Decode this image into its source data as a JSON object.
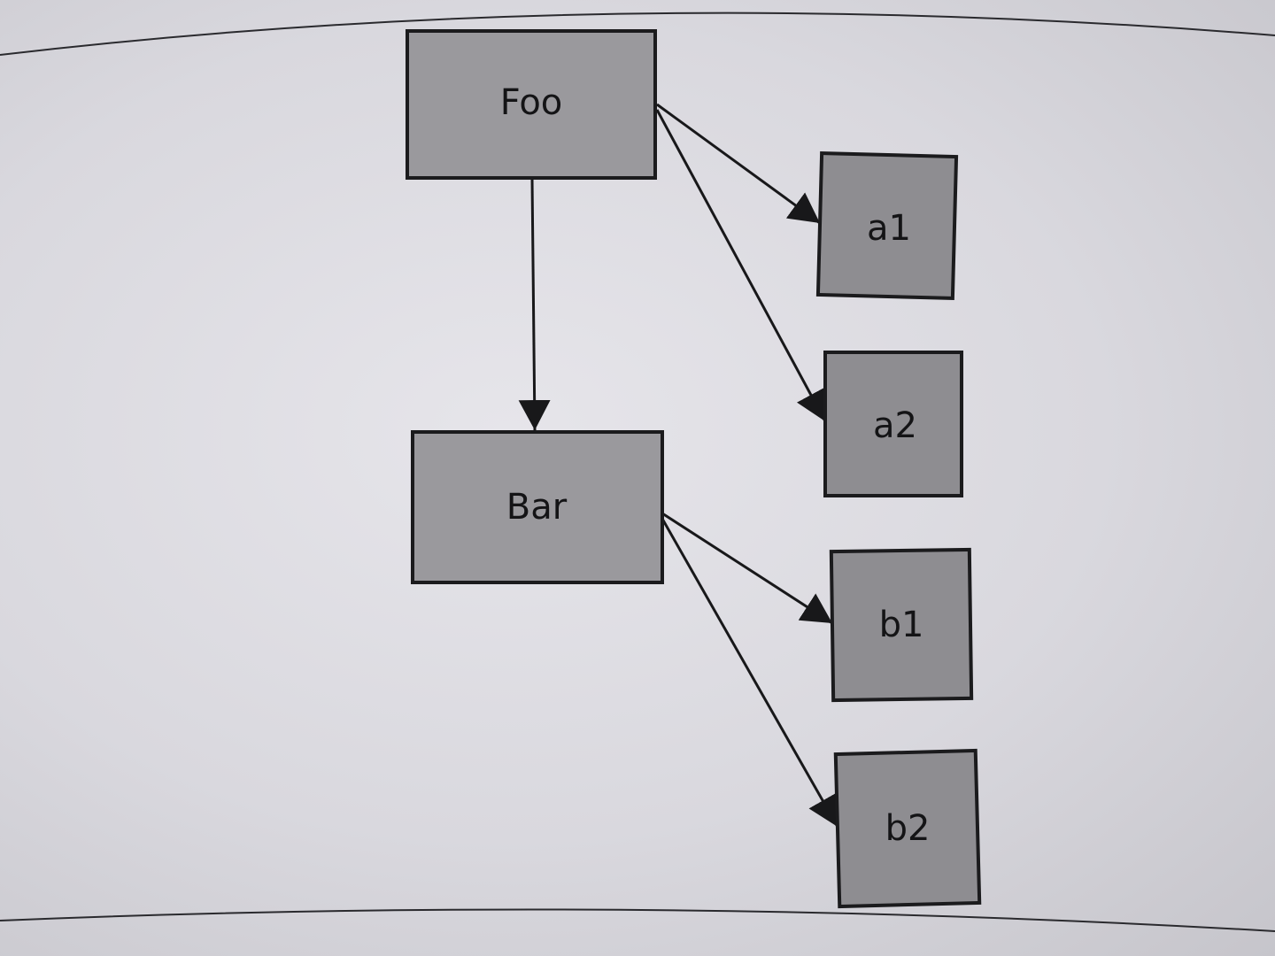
{
  "diagram": {
    "nodes": [
      {
        "id": "foo",
        "label": "Foo"
      },
      {
        "id": "bar",
        "label": "Bar"
      },
      {
        "id": "a1",
        "label": "a1"
      },
      {
        "id": "a2",
        "label": "a2"
      },
      {
        "id": "b1",
        "label": "b1"
      },
      {
        "id": "b2",
        "label": "b2"
      }
    ],
    "edges": [
      {
        "from": "foo",
        "to": "bar"
      },
      {
        "from": "foo",
        "to": "a1"
      },
      {
        "from": "foo",
        "to": "a2"
      },
      {
        "from": "bar",
        "to": "b1"
      },
      {
        "from": "bar",
        "to": "b2"
      }
    ]
  },
  "colors": {
    "box_fill": "#9a999d",
    "box_stroke": "#1b1b1d",
    "paper": "#dedde3"
  }
}
